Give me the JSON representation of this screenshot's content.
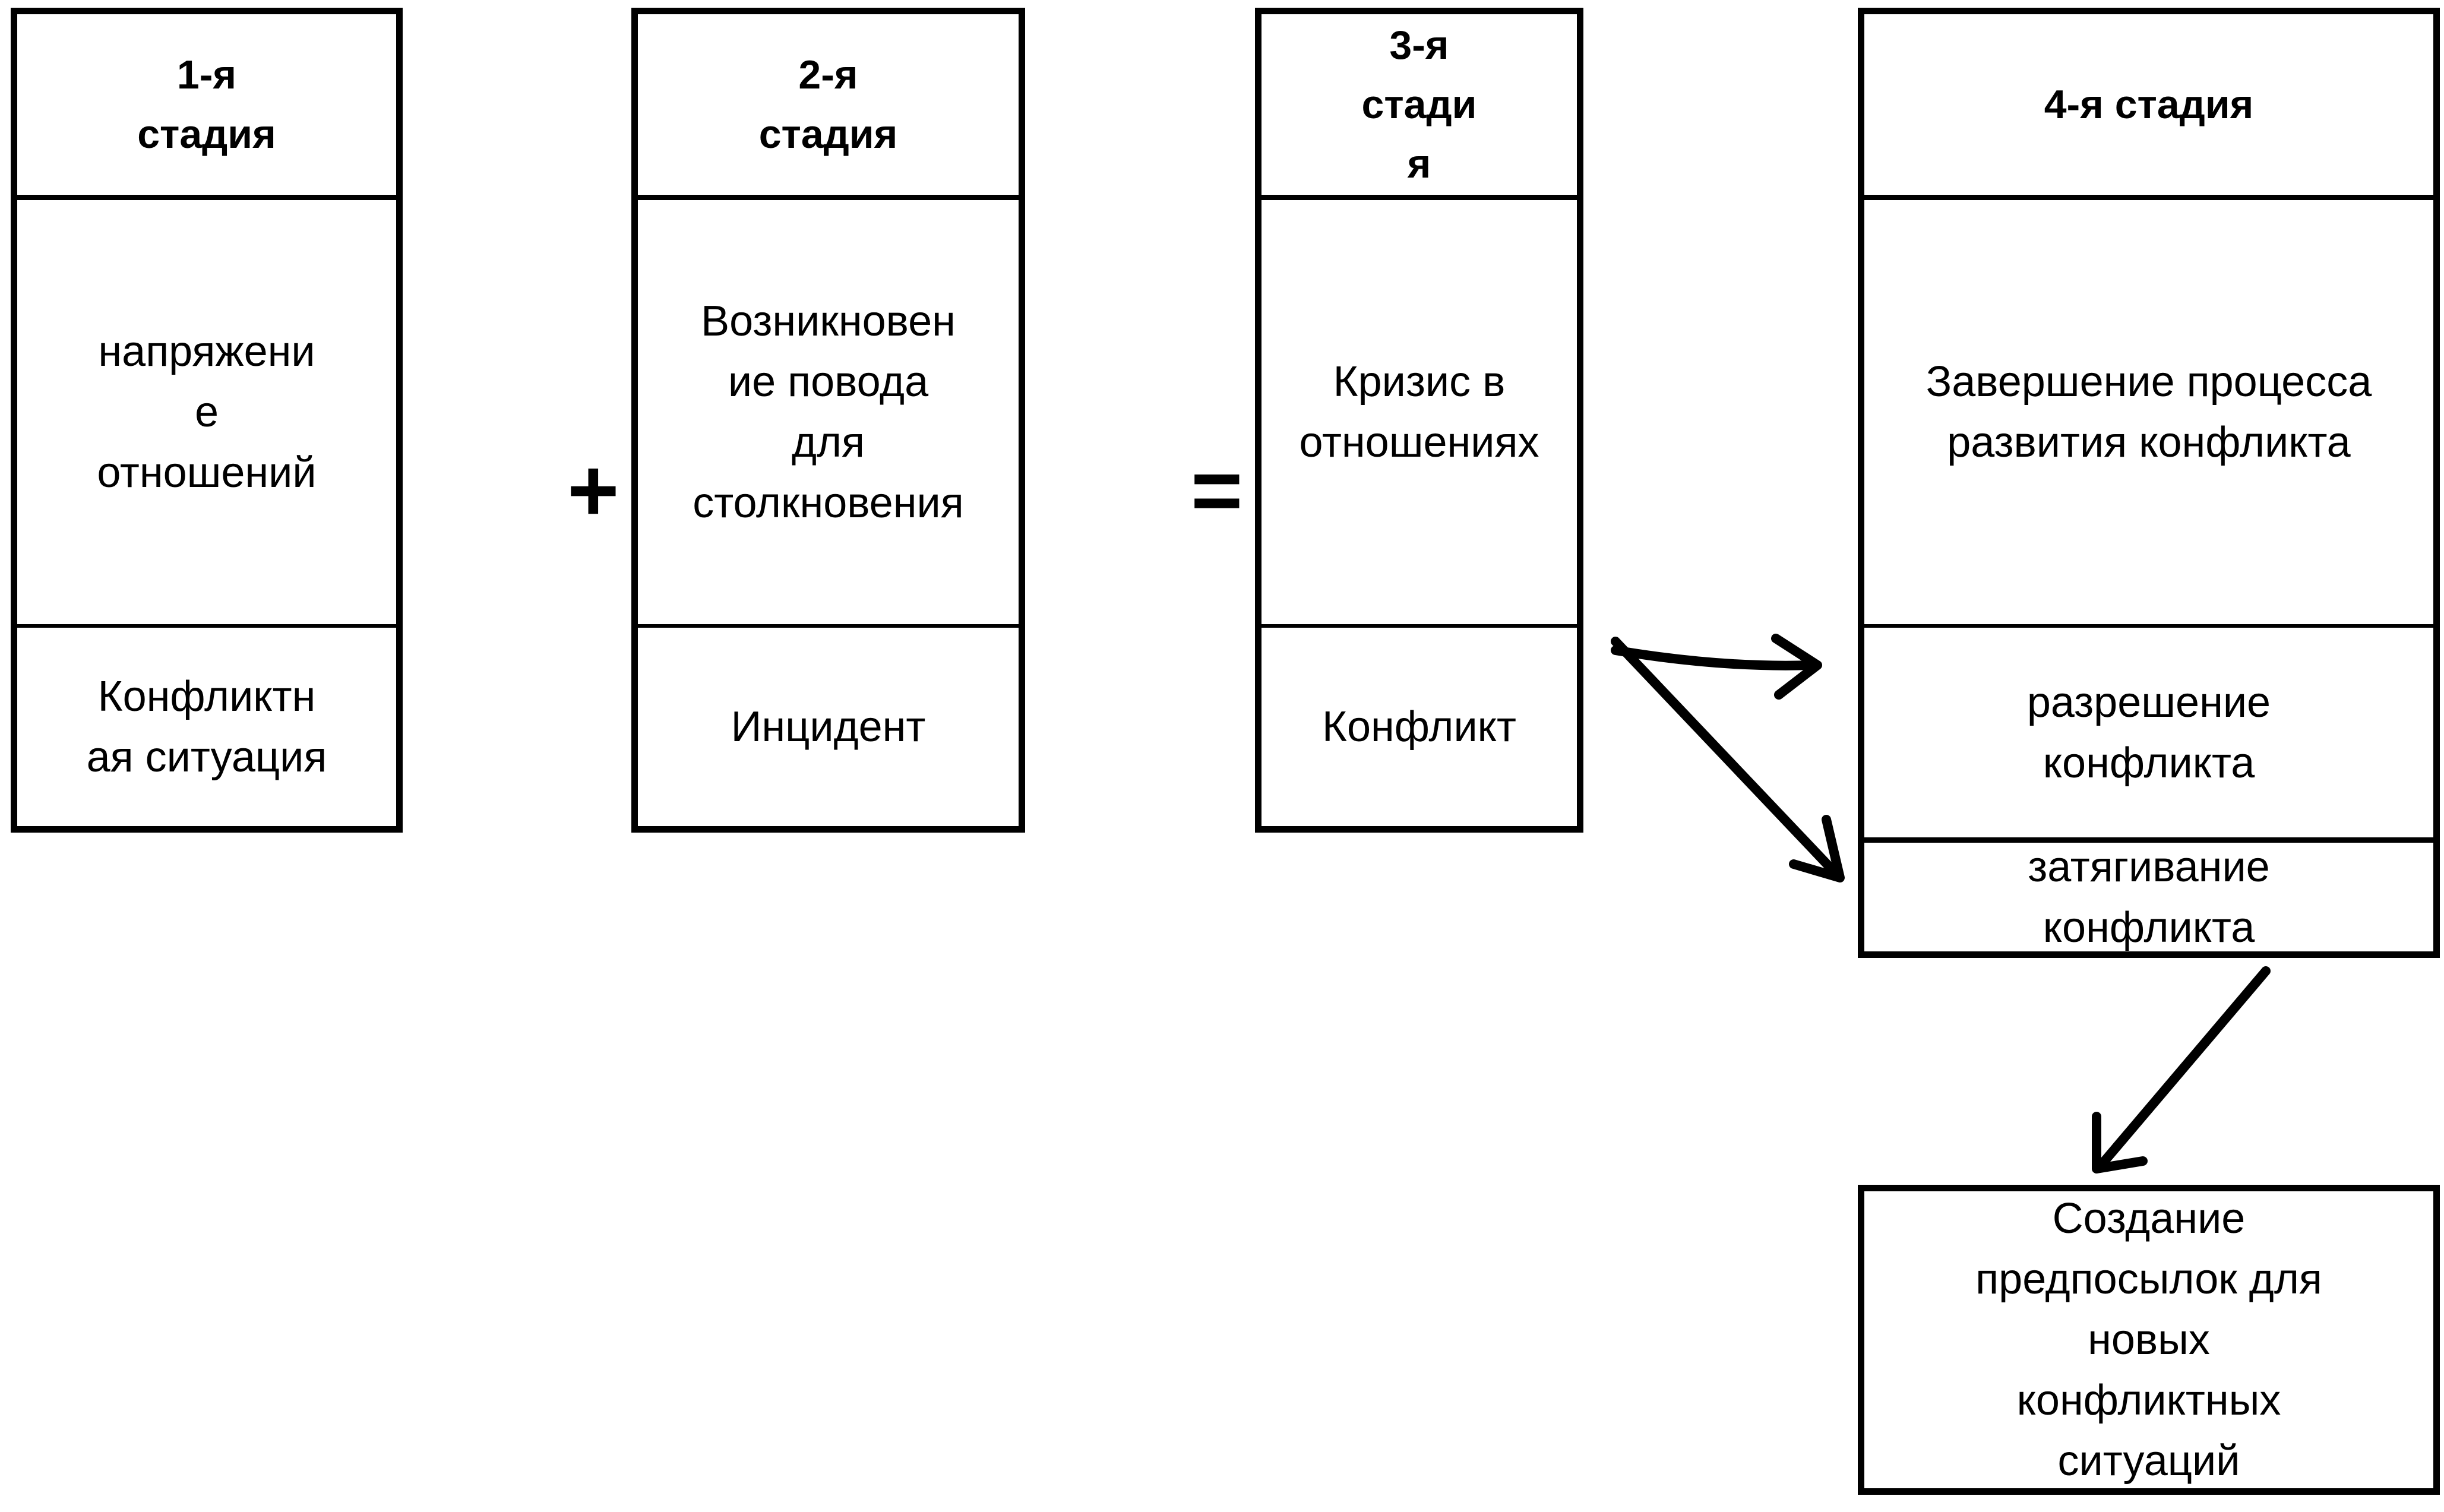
{
  "stages": [
    {
      "title": "1-я\nстадия",
      "content": "напряжени\nе\nотношений",
      "outcome": "Конфликтн\nая ситуация"
    },
    {
      "title": "2-я\nстадия",
      "content": "Возникновен\nие повода\nдля\nстолкновения",
      "outcome": "Инцидент"
    },
    {
      "title": "3-я\nстади\nя",
      "content": "Кризис в\nотношениях",
      "outcome": "Конфликт"
    },
    {
      "title": "4-я стадия",
      "content": "Завершение процесса\nразвития конфликта",
      "outcome_resolution": "разрешение\nконфликта",
      "outcome_delay": "затягивание\nконфликта"
    }
  ],
  "operators": {
    "plus": "+",
    "equals": "="
  },
  "result": {
    "text": "Создание\nпредпосылок для\nновых\nконфликтных\nситуаций"
  },
  "arrows": [
    {
      "from": "stage-3-outcome",
      "to": "stage-4-resolution",
      "icon": "arrow-right-icon"
    },
    {
      "from": "stage-3-outcome",
      "to": "stage-4-delay",
      "icon": "arrow-down-right-icon"
    },
    {
      "from": "stage-4-delay",
      "to": "result-box",
      "icon": "arrow-down-left-icon"
    }
  ]
}
